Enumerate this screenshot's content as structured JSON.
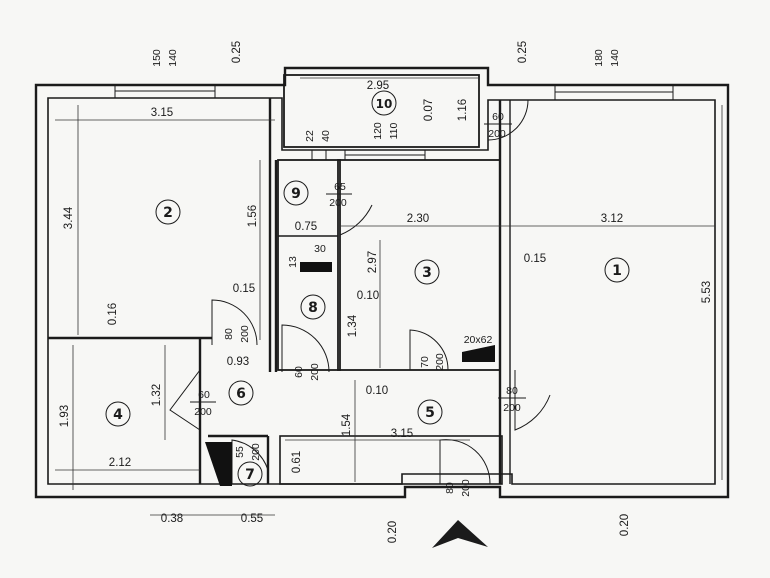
{
  "rooms": [
    {
      "num": "1"
    },
    {
      "num": "2"
    },
    {
      "num": "3"
    },
    {
      "num": "4"
    },
    {
      "num": "5"
    },
    {
      "num": "6"
    },
    {
      "num": "7"
    },
    {
      "num": "8"
    },
    {
      "num": "9"
    },
    {
      "num": "10"
    }
  ],
  "dimensions": {
    "r1_width": "3.12",
    "r1_height": "5.53",
    "r2_width": "3.15",
    "r2_height": "3.44",
    "r3_width": "2.30",
    "r3_height": "2.97",
    "r4_width": "2.12",
    "r4_height": "1.93",
    "r5_width": "3.15",
    "r5_height": "1.54",
    "r10_width": "2.95",
    "r10_height": "1.16",
    "r9_width": "0.75",
    "r9_height": "1.56",
    "r8_height": "1.34",
    "r8_gap": "0.10",
    "r6_width": "0.93",
    "r6_height": "1.32",
    "r7_height": "0.61",
    "wall_015_a": "0.15",
    "wall_015_b": "0.15",
    "wall_016": "0.16",
    "wall_007": "0.07",
    "wall_010": "0.10",
    "wall_025_a": "0.25",
    "wall_025_b": "0.25",
    "wall_020_a": "0.20",
    "wall_020_b": "0.20",
    "bottom_038": "0.38",
    "bottom_055": "0.55"
  },
  "windows": {
    "w2_a": "150",
    "w2_b": "140",
    "w1_a": "180",
    "w1_b": "140",
    "w3_a": "120",
    "w3_b": "110",
    "w9_a": "22",
    "w9_b": "40"
  },
  "doors": {
    "d10_top": "60",
    "d10_bot": "200",
    "d9_top": "65",
    "d9_bot": "200",
    "d8_left_top": "80",
    "d8_left_bot": "200",
    "d8_bot_top": "60",
    "d8_bot_bot": "200",
    "d3_top": "70",
    "d3_bot": "200",
    "d5_right_top": "80",
    "d5_right_bot": "200",
    "d4_top": "60",
    "d4_bot": "200",
    "d7_top": "55",
    "d7_bot": "200",
    "d_entry_top": "80",
    "d_entry_bot": "200"
  },
  "marks": {
    "m13": "13",
    "m30": "30",
    "duct": "20x62"
  }
}
